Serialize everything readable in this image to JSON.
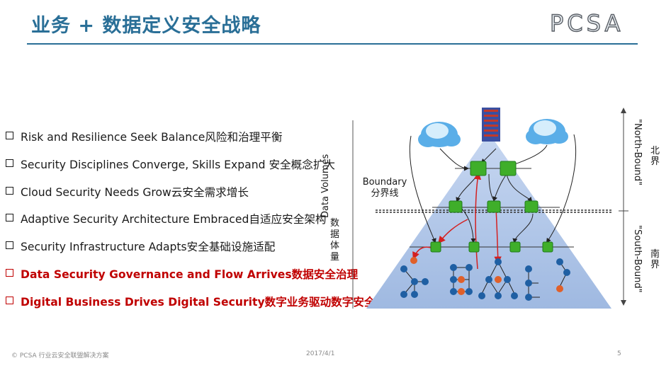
{
  "header": {
    "title": "业务 + 数据定义安全战略",
    "logo": "PCSA"
  },
  "bullets": [
    {
      "text": "Risk and Resilience Seek Balance风险和治理平衡",
      "highlight": false
    },
    {
      "text": "Security Disciplines Converge, Skills Expand 安全概念扩大",
      "highlight": false
    },
    {
      "text": "Cloud Security Needs Grow云安全需求增长",
      "highlight": false
    },
    {
      "text": "Adaptive Security Architecture Embraced自适应安全架构",
      "highlight": false
    },
    {
      "text": "Security Infrastructure Adapts安全基础设施适配",
      "highlight": false
    },
    {
      "text": "Data Security Governance and Flow Arrives数据安全治理",
      "highlight": true
    },
    {
      "text": "Digital Business Drives Digital Security数字业务驱动数字安全",
      "highlight": true
    }
  ],
  "diagram": {
    "vertical_label": "Data Volumes",
    "vertical_label_cn": "数据体量",
    "boundary_label": "Boundary",
    "boundary_label_cn": "分界线",
    "north_label": "\"North-Bound\"",
    "north_label_cn": "北界",
    "south_label": "\"South-Bound\"",
    "south_label_cn": "南界"
  },
  "colors": {
    "title": "#2a6f97",
    "highlight": "#c00000",
    "triangle": "#a9c1e6",
    "node_green": "#3fae2a",
    "node_blue": "#1f5fa3",
    "node_orange": "#e0602a",
    "arrow_red": "#d42020"
  },
  "footer": {
    "copyright": "© PCSA 行业云安全联盟解决方案",
    "date": "2017/4/1",
    "page": "5"
  }
}
